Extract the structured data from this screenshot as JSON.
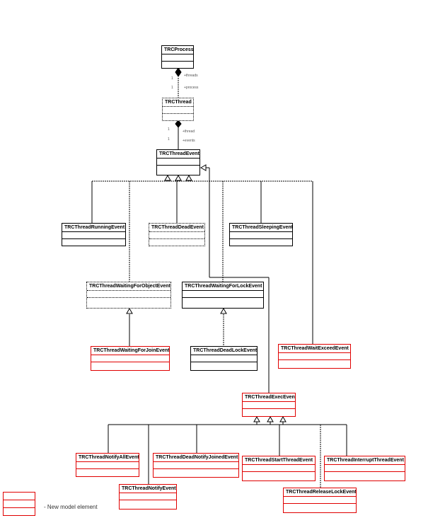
{
  "classes": {
    "process": "TRCProcess",
    "thread": "TRCThread",
    "thread_event": "TRCThreadEvent",
    "running_event": "TRCThreadRunningEvent",
    "dead_event": "TRCThreadDeadEvent",
    "sleeping_event": "TRCThreadSleepingEvent",
    "waiting_for_object_event": "TRCThreadWaitingForObjectEvent",
    "waiting_for_lock_event": "TRCThreadWaitingForLockEvent",
    "waiting_for_join_event": "TRCThreadWaitingForJoinEvent",
    "dead_lock_event": "TRCThreadDeadLockEvent",
    "wait_exceed_event": "TRCThreadWaitExceedEvent",
    "exec_event": "TRCThreadExecEvent",
    "notify_all_event": "TRCThreadNotifyAllEvent",
    "notify_event": "TRCThreadNotifyEvent",
    "dead_notify_joined_event": "TRCThreadDeadNotifyJoinedEvent",
    "start_thread_event": "TRCThreadStartThreadEvent",
    "interrupt_thread_event": "TRCThreadInterruptThreadEvent",
    "release_lock_event": "TRCThreadReleaseLockEvent"
  },
  "associations": {
    "process_thread": {
      "mult_top": "1",
      "mult_bottom": "1",
      "role_top": "+threads",
      "role_bottom": "+process"
    },
    "thread_event": {
      "mult_top": "1",
      "mult_bottom": "1",
      "role_top": "+thread",
      "role_bottom": "+events"
    }
  },
  "legend": {
    "label": "- New model element"
  },
  "colors": {
    "line": "#000000",
    "new_element": "#e00000"
  }
}
